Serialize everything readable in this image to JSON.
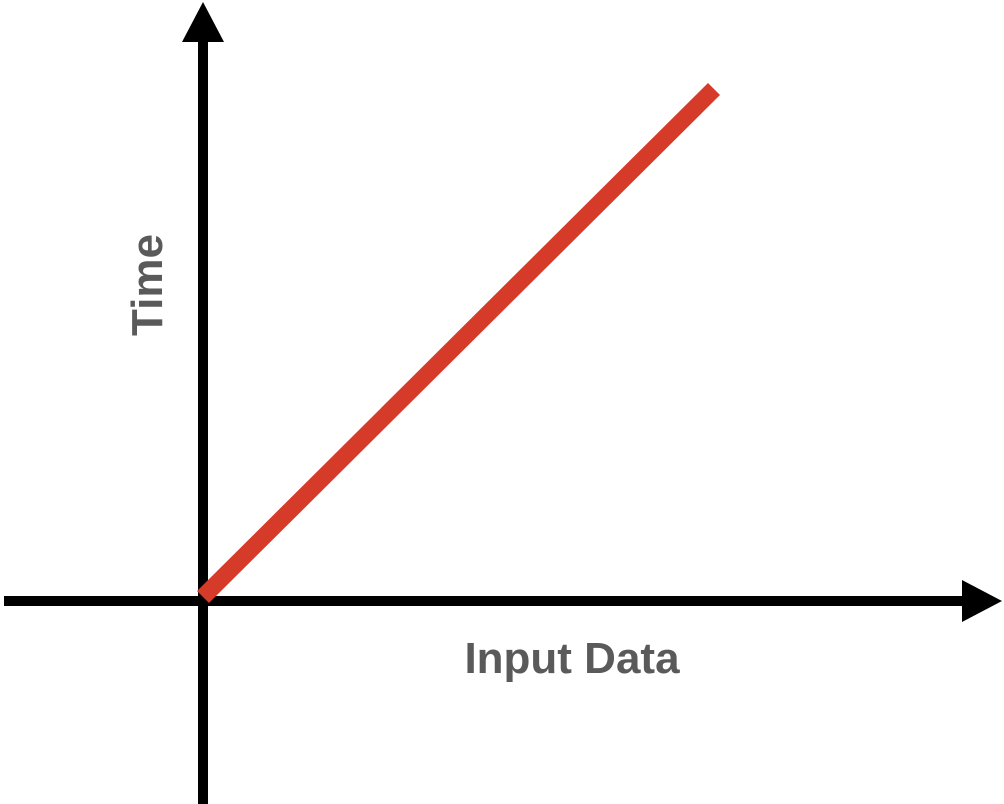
{
  "chart_data": {
    "type": "line",
    "title": "",
    "xlabel": "Input Data",
    "ylabel": "Time",
    "xlim": [
      0,
      10
    ],
    "ylim": [
      0,
      10
    ],
    "grid": false,
    "legend": "none",
    "series": [
      {
        "x": [
          0,
          10
        ],
        "values": [
          0,
          10.0
        ],
        "color": "#d63b2a"
      }
    ]
  },
  "colors": {
    "axis": "#000000",
    "label": "#5a5a5a",
    "series": "#d63b2a"
  }
}
